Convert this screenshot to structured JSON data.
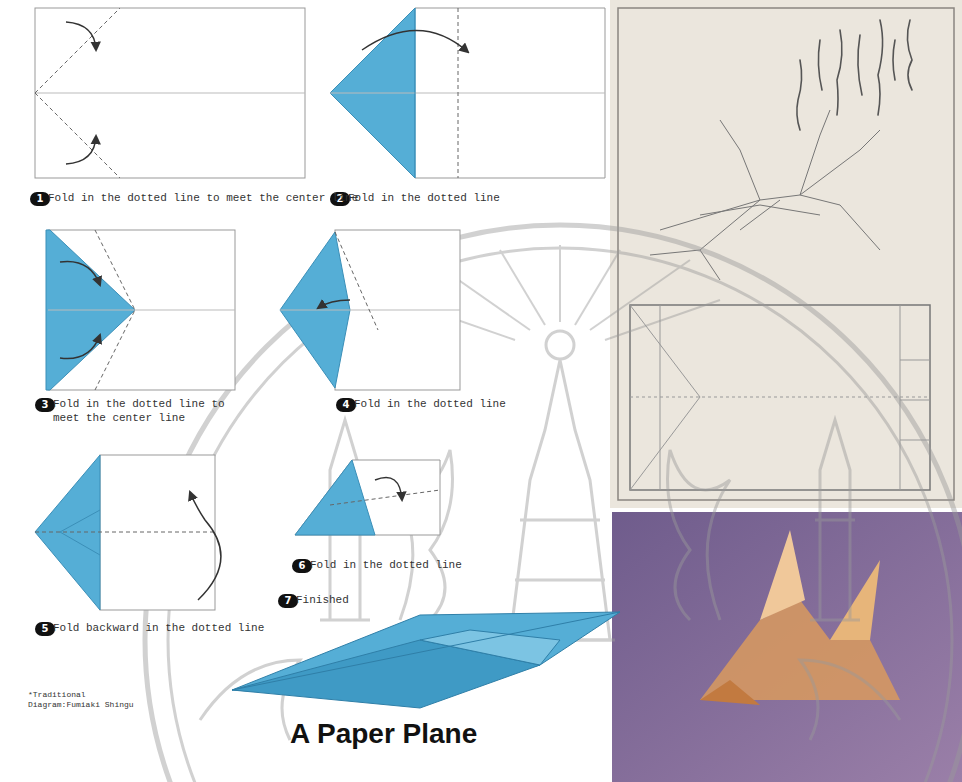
{
  "diagram": {
    "title": "A Paper Plane",
    "nodes": [
      {
        "text": [
          "1"
        ]
      },
      {
        "text": [
          "2"
        ]
      },
      {
        "text": [
          "3"
        ]
      },
      {
        "text": [
          "4"
        ]
      },
      {
        "text": [
          "5"
        ]
      },
      {
        "text": [
          "6"
        ]
      },
      {
        "text": [
          "7"
        ]
      }
    ],
    "labels": [
      "Fold in the dotted line to meet the center line",
      "Fold in the dotted line",
      "Fold in the dotted line to meet the center line",
      "Fold in the dotted line",
      "Fold backward in the dotted line",
      "Fold in the dotted line",
      "Finished",
      "*Traditional",
      "Diagram:Fumiaki Shingu"
    ]
  }
}
